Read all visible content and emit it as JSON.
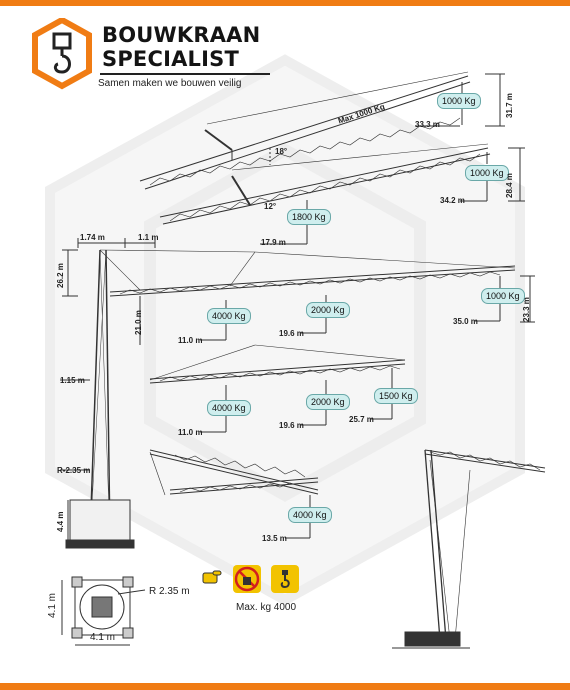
{
  "brand": {
    "line1": "BOUWKRAAN",
    "line2": "SPECIALIST",
    "tagline": "Samen maken we bouwen veilig",
    "accent_color": "#f07c14"
  },
  "config1": {
    "boom_label": "Max 1000 Kg",
    "angle": "18°",
    "load": "1000 Kg",
    "radius": "33.3 m",
    "height": "31.7 m"
  },
  "config2": {
    "angle": "12°",
    "load_mid": "1800 Kg",
    "radius_mid": "17.9 m",
    "load_tip": "1000 Kg",
    "radius_tip": "34.2 m",
    "height": "28.4 m"
  },
  "config3": {
    "top_offset": "1.74 m",
    "top_offset2": "1.1 m",
    "mast_height": "26.2 m",
    "boom_height": "21.0 m",
    "load_a": "4000 Kg",
    "radius_a": "11.0 m",
    "load_b": "2000 Kg",
    "radius_b": "19.6 m",
    "load_c": "1000 Kg",
    "radius_c": "35.0 m",
    "height_c": "23.3 m"
  },
  "config4": {
    "mast_offset": "1.15 m",
    "load_a": "4000 Kg",
    "radius_a": "11.0 m",
    "load_b": "2000 Kg",
    "radius_b": "19.6 m",
    "load_c": "1500 Kg",
    "radius_c": "25.7 m"
  },
  "config5": {
    "load": "4000 Kg",
    "radius": "13.5 m"
  },
  "base": {
    "radius_label": "R-2.35 m",
    "base_height": "4.4 m",
    "plan_radius": "R 2.35 m",
    "plan_width": "4.1 m",
    "plan_depth": "4.1 m"
  },
  "signs": {
    "max_load": "Max. kg 4000",
    "hand_icon": "hand-pointer-icon",
    "no_load_icon": "no-suspended-load-icon",
    "hook_icon": "crane-hook-icon"
  }
}
